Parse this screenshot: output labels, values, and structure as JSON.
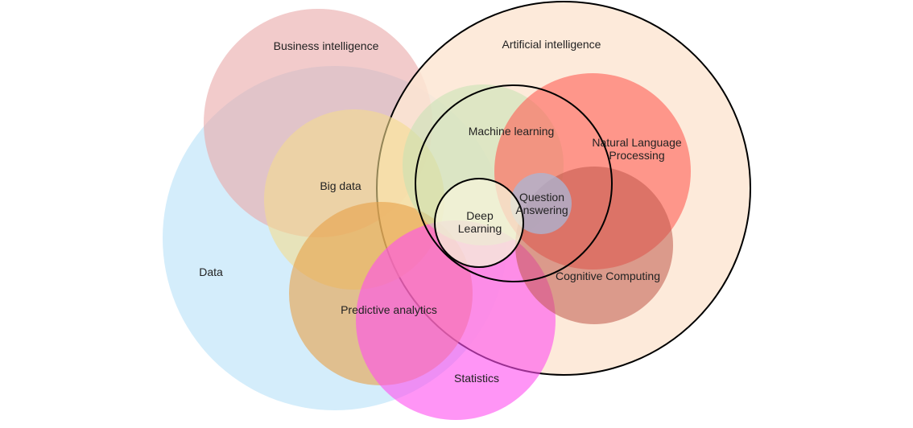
{
  "diagram": {
    "sets": [
      {
        "id": "data",
        "label": "Data",
        "color": "#b7e1f8"
      },
      {
        "id": "business-intelligence",
        "label": "Business intelligence",
        "color": "#e9a9a9"
      },
      {
        "id": "artificial-intelligence",
        "label": "Artificial intelligence",
        "color": "#fde6d3"
      },
      {
        "id": "big-data",
        "label": "Big data",
        "color": "#f3dc90"
      },
      {
        "id": "predictive-analytics",
        "label": "Predictive analytics",
        "color": "#e8a048"
      },
      {
        "id": "statistics",
        "label": "Statistics",
        "color": "#ff4ff0"
      },
      {
        "id": "machine-learning-fill",
        "label": "",
        "color": "#c5e2b2"
      },
      {
        "id": "natural-language-processing",
        "label": "Natural Language Processing",
        "label_lines": [
          "Natural Language",
          "Processing"
        ],
        "color": "#ff5e55"
      },
      {
        "id": "cognitive-computing",
        "label": "Cognitive Computing",
        "color": "#c0584a"
      },
      {
        "id": "question-answering",
        "label": "Question Answering",
        "label_lines": [
          "Question",
          "Answering"
        ],
        "color": "#a9b6d6"
      },
      {
        "id": "machine-learning",
        "label": "Machine learning",
        "color": "none"
      },
      {
        "id": "deep-learning",
        "label": "Deep Learning",
        "label_lines": [
          "Deep",
          "Learning"
        ],
        "color": "#f6f3d9"
      }
    ]
  }
}
